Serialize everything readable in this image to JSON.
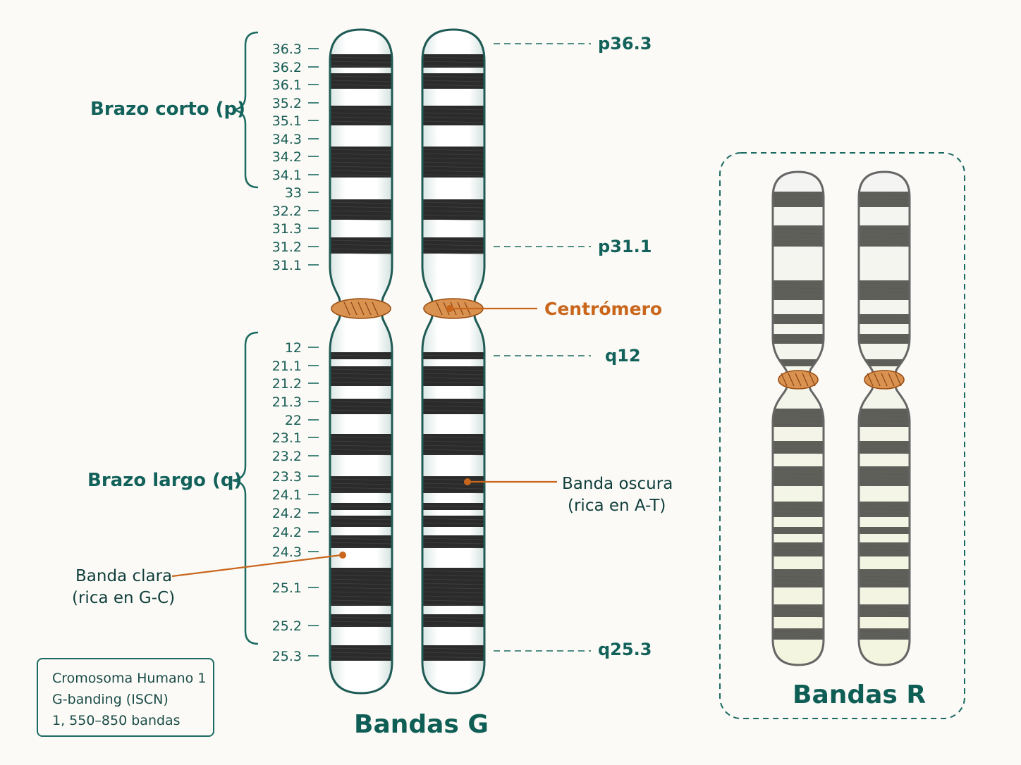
{
  "title_g": "Bandas G",
  "title_r": "Bandas R",
  "arms": {
    "p": "Brazo corto (p)",
    "q": "Brazo largo (q)"
  },
  "p_bands": [
    "36.3",
    "36.2",
    "36.1",
    "35.2",
    "35.1",
    "34.3",
    "34.2",
    "34.1",
    "33",
    "32.2",
    "31.3",
    "31.2",
    "31.1"
  ],
  "q_bands": [
    "12",
    "21.1",
    "21.2",
    "21.3",
    "22",
    "23.1",
    "23.2",
    "23.3",
    "24.1",
    "24.2",
    "24.2",
    "24.3",
    "25.1",
    "25.2",
    "25.3"
  ],
  "callouts": {
    "p363": "p36.3",
    "p311": "p31.1",
    "centromere": "Centrómero",
    "q12": "q12",
    "q253": "q25.3",
    "dark_band_1": "Banda oscura",
    "dark_band_2": "(rica en A-T)",
    "light_band_1": "Banda clara",
    "light_band_2": "(rica en G-C)"
  },
  "info": {
    "line1": "Cromosoma Humano 1",
    "line2": "G-banding (ISCN)",
    "line3": "1, 550–850 bandas"
  },
  "colors": {
    "teal": "#0f5e56",
    "orange": "#c9661c",
    "band_dark": "#2b2b2b",
    "centromere": "#d9924f"
  }
}
